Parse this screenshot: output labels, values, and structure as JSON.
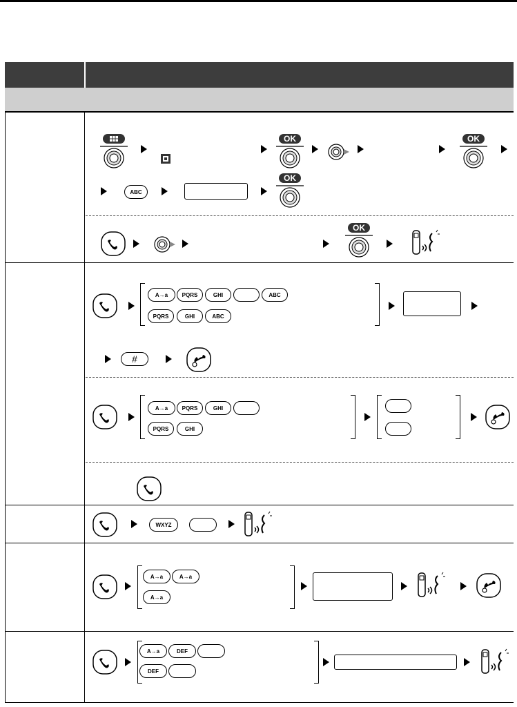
{
  "keys": {
    "star": "A→a",
    "pqrs": "PQRS",
    "ghi": "GHI",
    "abc": "ABC",
    "wxyz": "WXYZ",
    "def": "DEF",
    "hash": "#",
    "ok": "OK"
  },
  "icons": {
    "menu": "menu-icon",
    "ok": "ok-button-icon",
    "nav": "navigator-icon",
    "talk": "talk-button-icon",
    "off": "off-hook-icon",
    "handset": "handset-confirm-tone-icon",
    "book": "phonebook-icon"
  },
  "colors": {
    "header": "#3d3d3d",
    "subheader": "#cfcfcf"
  }
}
